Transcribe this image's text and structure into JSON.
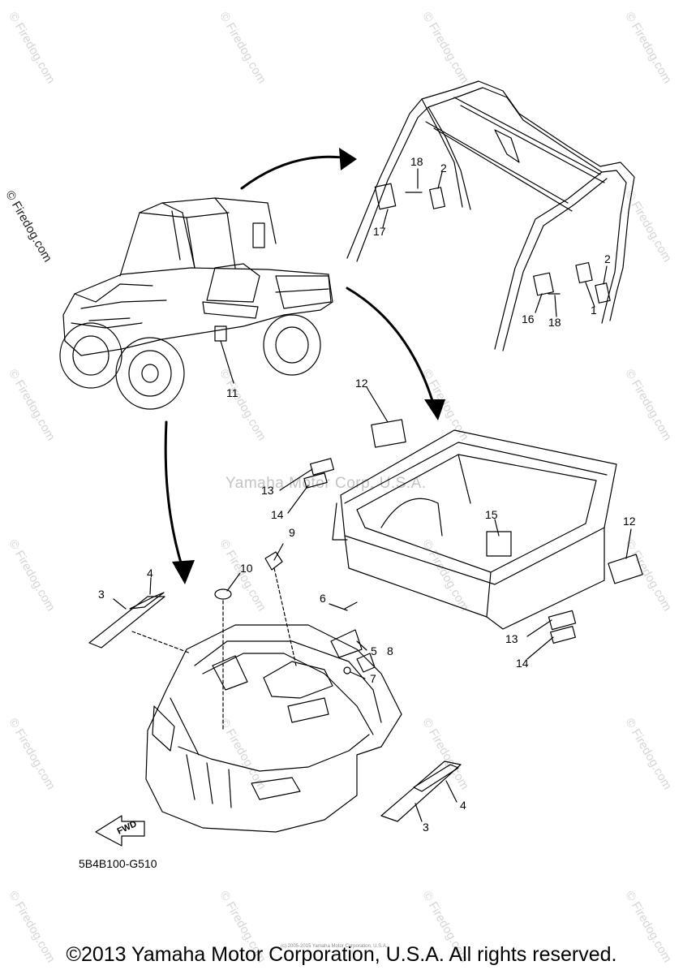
{
  "watermark": {
    "text": "© Firedog.com",
    "side_text": "© Firedog.com",
    "center_text": "Yamaha Motor Corp. U.S.A."
  },
  "callouts": {
    "c1": "1",
    "c2a": "2",
    "c2b": "2",
    "c3a": "3",
    "c3b": "3",
    "c4a": "4",
    "c4b": "4",
    "c5": "5",
    "c6": "6",
    "c7": "7",
    "c8": "8",
    "c9": "9",
    "c10": "10",
    "c11": "11",
    "c12a": "12",
    "c12b": "12",
    "c13a": "13",
    "c13b": "13",
    "c14a": "14",
    "c14b": "14",
    "c15": "15",
    "c16": "16",
    "c17": "17",
    "c18a": "18",
    "c18b": "18"
  },
  "fwd_label": "FWD",
  "drawing_code": "5B4B100-G510",
  "tiny_credit": "(c) 2005-2015 Yamaha Motor Corporation, U.S.A.",
  "copyright": "©2013 Yamaha Motor Corporation, U.S.A. All rights reserved."
}
